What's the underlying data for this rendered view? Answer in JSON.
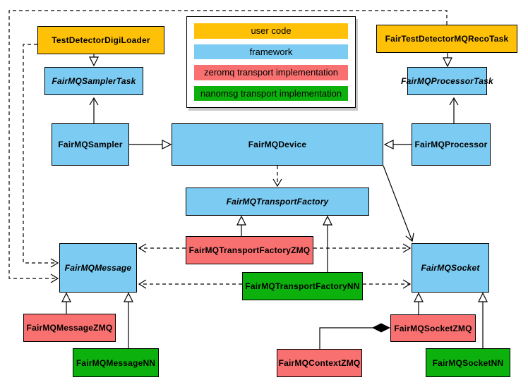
{
  "diagram_type": "uml-class-diagram",
  "colors": {
    "user_code": "#FFC107",
    "framework": "#7BCBF2",
    "zeromq": "#F87070",
    "nanomsg": "#0DB10D",
    "border": "#000000",
    "background": "#ffffff"
  },
  "legend": {
    "items": [
      {
        "label": "user code",
        "category": "user_code"
      },
      {
        "label": "framework",
        "category": "framework"
      },
      {
        "label": "zeromq transport implementation",
        "category": "zeromq"
      },
      {
        "label": "nanomsg transport implementation",
        "category": "nanomsg"
      }
    ]
  },
  "nodes": {
    "testdetector_digiloader": {
      "label": "TestDetectorDigiLoader",
      "category": "user_code",
      "abstract": false
    },
    "fairtestdetector_mqrecotask": {
      "label": "FairTestDetectorMQRecoTask",
      "category": "user_code",
      "abstract": false
    },
    "fairmq_sampler_task": {
      "label": "FairMQSamplerTask",
      "category": "framework",
      "abstract": true
    },
    "fairmq_processor_task": {
      "label": "FairMQProcessorTask",
      "category": "framework",
      "abstract": true
    },
    "fairmq_sampler": {
      "label": "FairMQSampler",
      "category": "framework",
      "abstract": false
    },
    "fairmq_device": {
      "label": "FairMQDevice",
      "category": "framework",
      "abstract": false
    },
    "fairmq_processor": {
      "label": "FairMQProcessor",
      "category": "framework",
      "abstract": false
    },
    "fairmq_transport_factory": {
      "label": "FairMQTransportFactory",
      "category": "framework",
      "abstract": true
    },
    "fairmq_message": {
      "label": "FairMQMessage",
      "category": "framework",
      "abstract": true
    },
    "fairmq_socket": {
      "label": "FairMQSocket",
      "category": "framework",
      "abstract": true
    },
    "fairmq_transport_factory_zmq": {
      "label": "FairMQTransportFactoryZMQ",
      "category": "zeromq",
      "abstract": false
    },
    "fairmq_transport_factory_nn": {
      "label": "FairMQTransportFactoryNN",
      "category": "nanomsg",
      "abstract": false
    },
    "fairmq_message_zmq": {
      "label": "FairMQMessageZMQ",
      "category": "zeromq",
      "abstract": false
    },
    "fairmq_message_nn": {
      "label": "FairMQMessageNN",
      "category": "nanomsg",
      "abstract": false
    },
    "fairmq_context_zmq": {
      "label": "FairMQContextZMQ",
      "category": "zeromq",
      "abstract": false
    },
    "fairmq_socket_zmq": {
      "label": "FairMQSocketZMQ",
      "category": "zeromq",
      "abstract": false
    },
    "fairmq_socket_nn": {
      "label": "FairMQSocketNN",
      "category": "nanomsg",
      "abstract": false
    }
  },
  "edges": [
    {
      "from": "TestDetectorDigiLoader",
      "to": "FairMQSamplerTask",
      "type": "inheritance"
    },
    {
      "from": "FairTestDetectorMQRecoTask",
      "to": "FairMQProcessorTask",
      "type": "inheritance"
    },
    {
      "from": "FairMQSampler",
      "to": "FairMQSamplerTask",
      "type": "association"
    },
    {
      "from": "FairMQProcessor",
      "to": "FairMQProcessorTask",
      "type": "association"
    },
    {
      "from": "FairMQSampler",
      "to": "FairMQDevice",
      "type": "inheritance"
    },
    {
      "from": "FairMQProcessor",
      "to": "FairMQDevice",
      "type": "inheritance"
    },
    {
      "from": "FairMQDevice",
      "to": "FairMQTransportFactory",
      "type": "dependency"
    },
    {
      "from": "FairMQDevice",
      "to": "FairMQSocket",
      "type": "association"
    },
    {
      "from": "FairMQTransportFactoryZMQ",
      "to": "FairMQTransportFactory",
      "type": "inheritance"
    },
    {
      "from": "FairMQTransportFactoryNN",
      "to": "FairMQTransportFactory",
      "type": "inheritance"
    },
    {
      "from": "FairMQTransportFactoryZMQ",
      "to": "FairMQMessage",
      "type": "dependency"
    },
    {
      "from": "FairMQTransportFactoryZMQ",
      "to": "FairMQSocket",
      "type": "dependency"
    },
    {
      "from": "FairMQTransportFactoryNN",
      "to": "FairMQMessage",
      "type": "dependency"
    },
    {
      "from": "FairMQTransportFactoryNN",
      "to": "FairMQSocket",
      "type": "dependency"
    },
    {
      "from": "TestDetectorDigiLoader",
      "to": "FairMQMessage",
      "type": "dependency"
    },
    {
      "from": "FairTestDetectorMQRecoTask",
      "to": "FairMQMessage",
      "type": "dependency"
    },
    {
      "from": "FairMQMessageZMQ",
      "to": "FairMQMessage",
      "type": "inheritance"
    },
    {
      "from": "FairMQMessageNN",
      "to": "FairMQMessage",
      "type": "inheritance"
    },
    {
      "from": "FairMQSocketZMQ",
      "to": "FairMQSocket",
      "type": "inheritance"
    },
    {
      "from": "FairMQSocketNN",
      "to": "FairMQSocket",
      "type": "inheritance"
    },
    {
      "from": "FairMQContextZMQ",
      "to": "FairMQSocketZMQ",
      "type": "composition"
    }
  ]
}
